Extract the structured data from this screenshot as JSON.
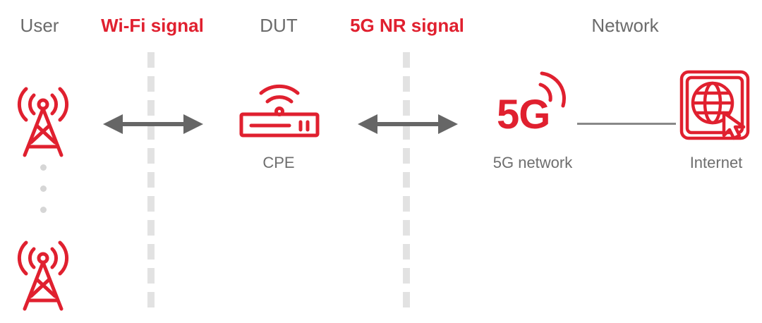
{
  "headers": {
    "user": "User",
    "wifi": "Wi-Fi signal",
    "dut": "DUT",
    "nr": "5G NR signal",
    "network": "Network"
  },
  "labels": {
    "cpe": "CPE",
    "network_5g": "5G network",
    "internet": "Internet"
  },
  "logo_text": "5G",
  "colors": {
    "accent": "#e0202f",
    "gray_text": "#6b6b6b",
    "arrow": "#666666",
    "dashed": "#e2e2e2"
  },
  "icons": [
    "tower-icon",
    "router-icon",
    "5g-logo-icon",
    "globe-cursor-icon",
    "double-arrow-icon"
  ]
}
